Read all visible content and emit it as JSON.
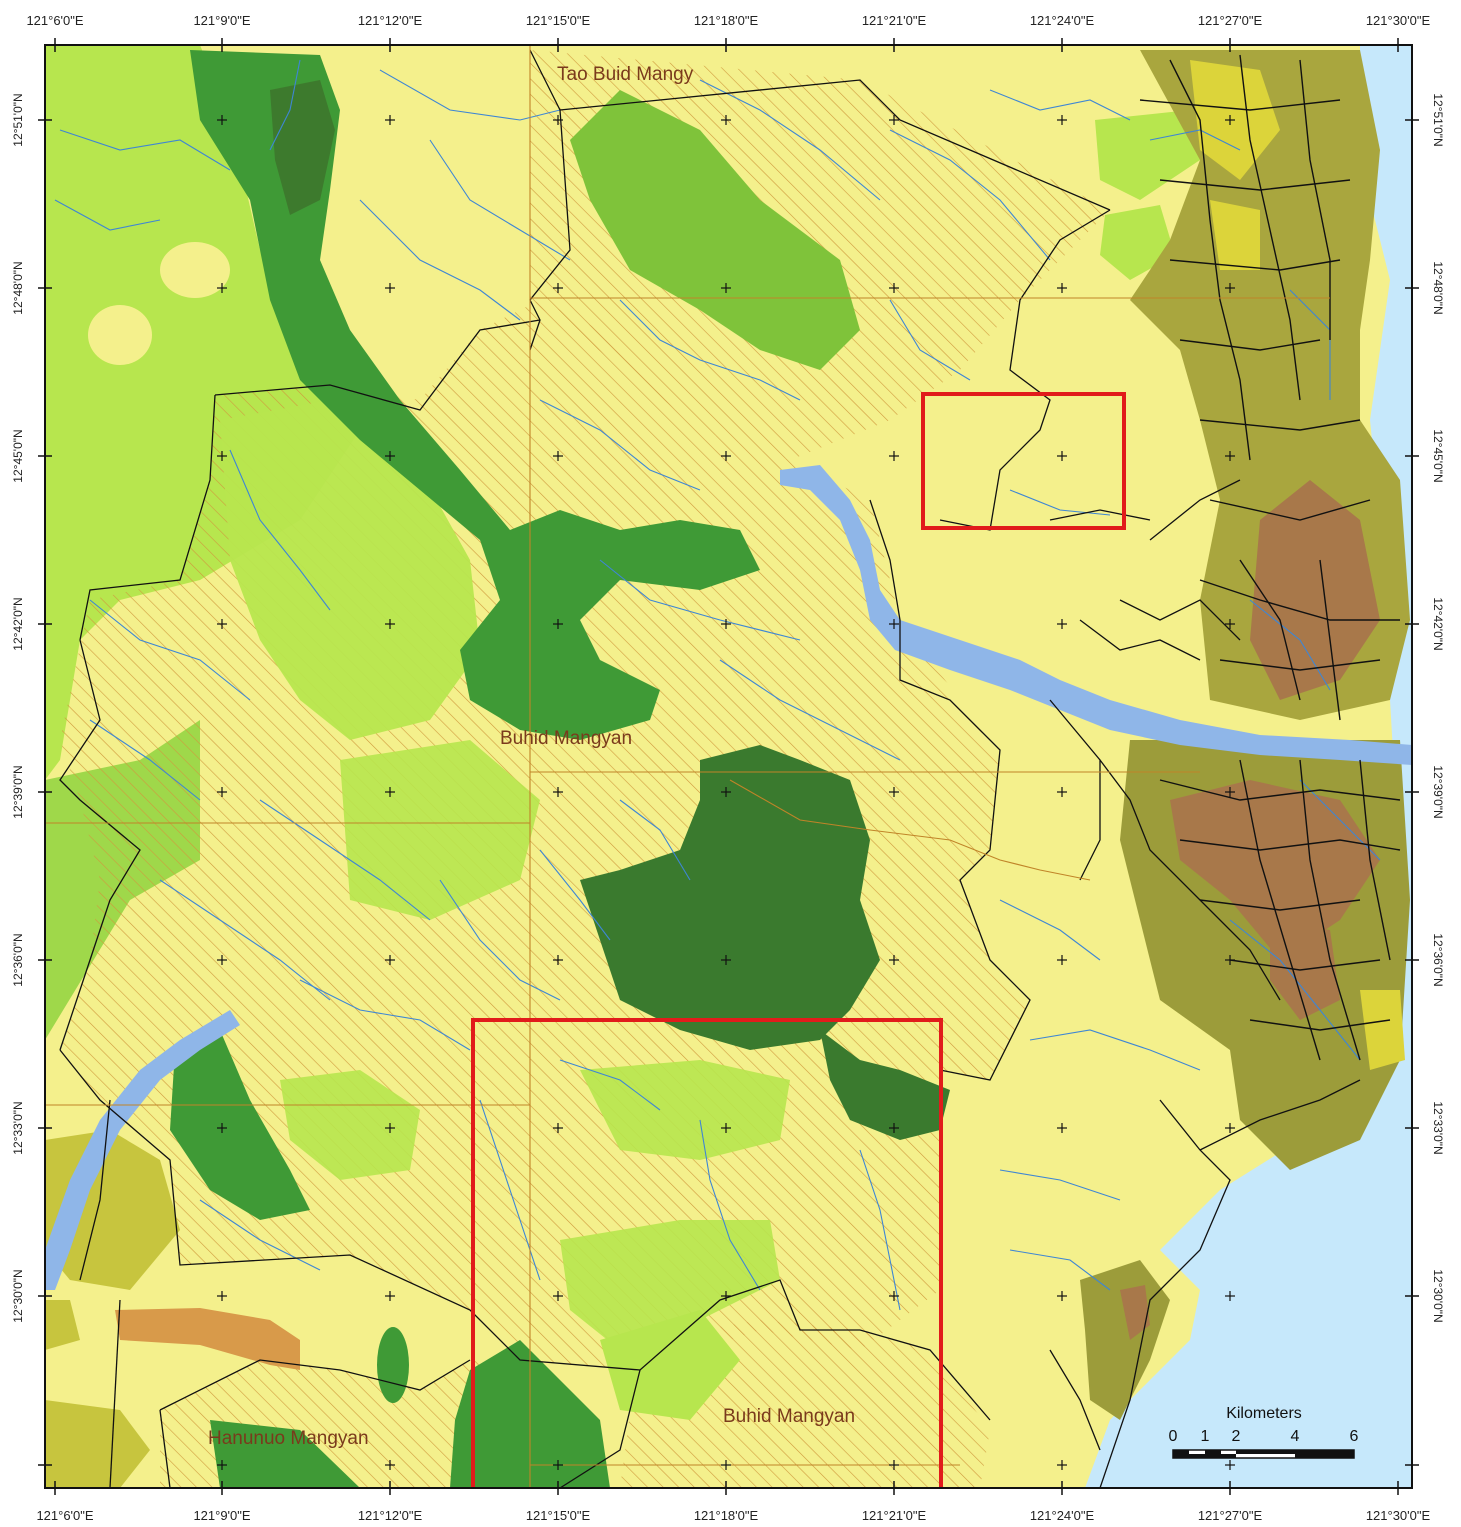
{
  "map": {
    "longitude_labels": [
      "121°6'0\"E",
      "121°9'0\"E",
      "121°12'0\"E",
      "121°15'0\"E",
      "121°18'0\"E",
      "121°21'0\"E",
      "121°24'0\"E",
      "121°27'0\"E",
      "121°30'0\"E"
    ],
    "latitude_labels": [
      "12°51'0\"N",
      "12°48'0\"N",
      "12°45'0\"N",
      "12°42'0\"N",
      "12°39'0\"N",
      "12°36'0\"N",
      "12°33'0\"N",
      "12°30'0\"N"
    ],
    "place_labels": {
      "tao_buid": "Tao Buid Mangy",
      "buhid_center": "Buhid Mangyan",
      "buhid_south": "Buhid Mangyan",
      "hanunuo": "Hanunuo Mangyan"
    },
    "scale_bar": {
      "title": "Kilometers",
      "ticks": [
        "0",
        "1",
        "2",
        "4",
        "6"
      ]
    },
    "colors": {
      "pale_yellow": "#f4f08c",
      "light_green": "#b7e64e",
      "medium_green": "#7fc33a",
      "forest_green": "#3f9a36",
      "dark_green": "#3a7a2e",
      "olive": "#9c9c3a",
      "brown": "#a8784a",
      "orange_brown": "#d89a4a",
      "water": "#8fb6e8",
      "sea": "#c6e8fb",
      "study_box": "#e11b1b",
      "hatch": "#d29a3a"
    }
  }
}
